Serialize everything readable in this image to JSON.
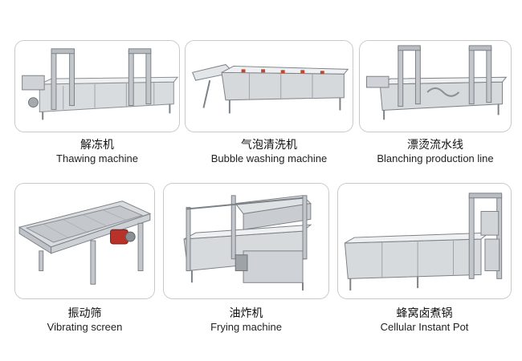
{
  "products": [
    {
      "id": "thawing",
      "name_zh": "解冻机",
      "name_en": "Thawing machine",
      "image_icon": "thawing-machine-image"
    },
    {
      "id": "bubble-washing",
      "name_zh": "气泡清洗机",
      "name_en": "Bubble washing machine",
      "image_icon": "bubble-washing-machine-image"
    },
    {
      "id": "blanching",
      "name_zh": "漂烫流水线",
      "name_en": "Blanching production line",
      "image_icon": "blanching-line-image"
    },
    {
      "id": "vibrating",
      "name_zh": "振动筛",
      "name_en": "Vibrating screen",
      "image_icon": "vibrating-screen-image"
    },
    {
      "id": "frying",
      "name_zh": "油炸机",
      "name_en": "Frying machine",
      "image_icon": "frying-machine-image"
    },
    {
      "id": "cellular-pot",
      "name_zh": "蜂窝卤煮锅",
      "name_en": "Cellular Instant Pot",
      "image_icon": "cellular-pot-image"
    }
  ],
  "colors": {
    "card_border": "#c9c9c9",
    "steel_light": "#e6e8ea",
    "steel_mid": "#b9bdc1",
    "steel_dark": "#7c8186",
    "motor_red": "#b8322a"
  }
}
